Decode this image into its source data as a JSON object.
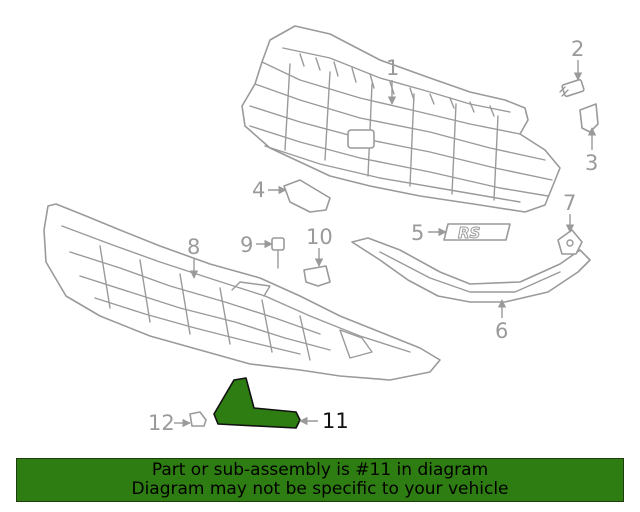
{
  "callouts": {
    "c1": "1",
    "c2": "2",
    "c3": "3",
    "c4": "4",
    "c5": "5",
    "c6": "6",
    "c7": "7",
    "c8": "8",
    "c9": "9",
    "c10": "10",
    "c11": "11",
    "c12": "12"
  },
  "emblem_text": "RS",
  "highlighted_part": "11",
  "colors": {
    "highlight_fill": "#2e7d12",
    "line_gray": "#9a9a9a",
    "banner_bg": "#2e7d12"
  },
  "banner": {
    "line1": "Part or sub-assembly is #11 in diagram",
    "line2": "Diagram may not be specific to your vehicle"
  }
}
